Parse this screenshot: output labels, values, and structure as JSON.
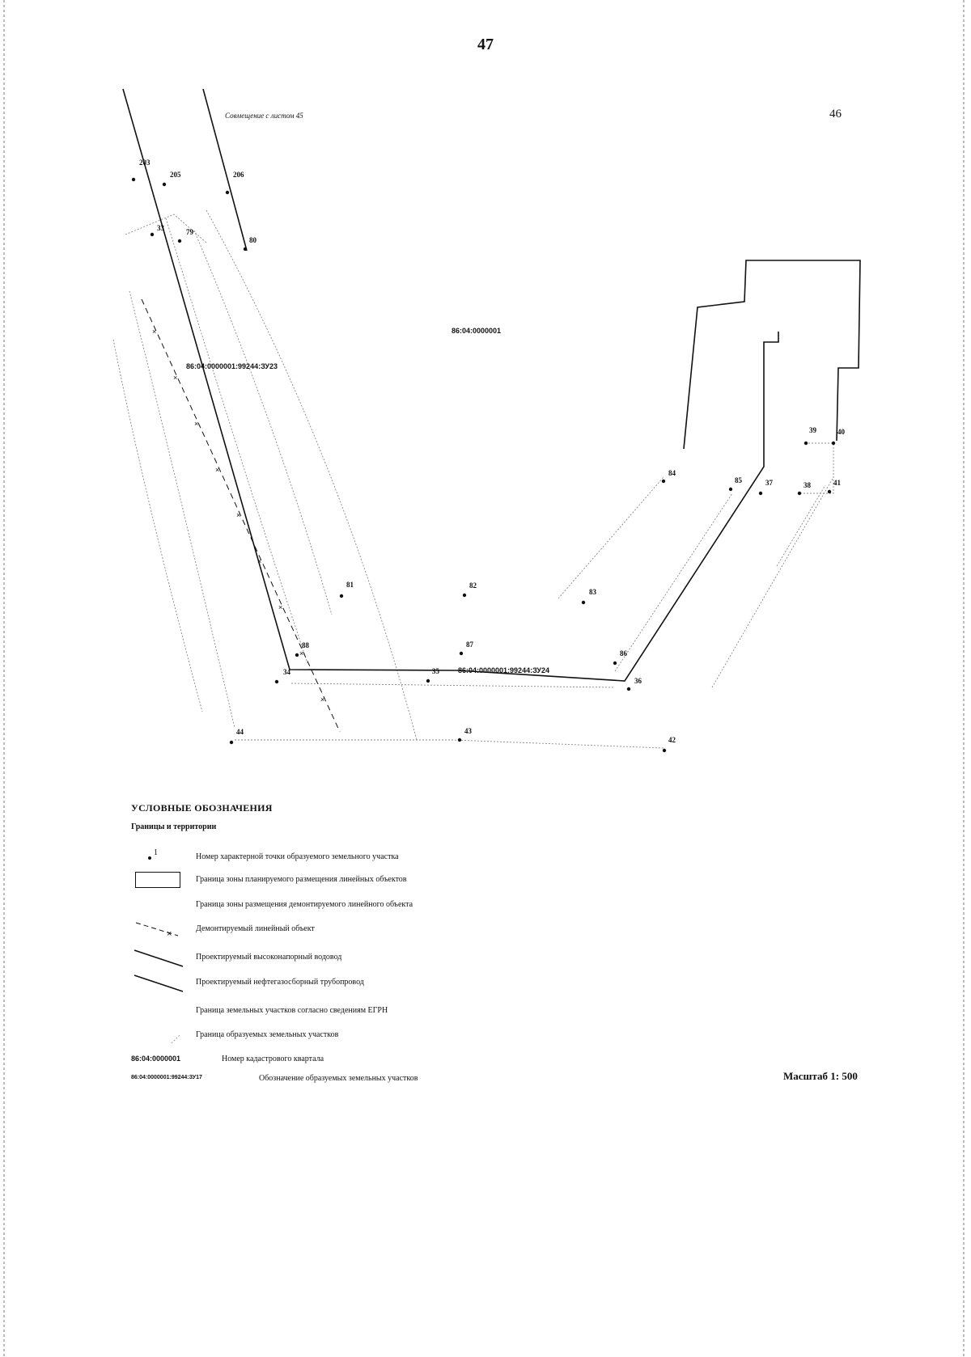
{
  "page": {
    "number": "47",
    "sheet_number": "46",
    "match_note": "Совмещение с листом 45"
  },
  "parcels": {
    "quarter": "86:04:0000001",
    "zu23": "86:04:0000001:99244:ЗУ23",
    "zu24": "86:04:0000001:99244:ЗУ24"
  },
  "points": [
    {
      "id": "p203",
      "label": "203"
    },
    {
      "id": "p205",
      "label": "205"
    },
    {
      "id": "p206",
      "label": "206"
    },
    {
      "id": "p33",
      "label": "33"
    },
    {
      "id": "p79",
      "label": "79"
    },
    {
      "id": "p80",
      "label": "80"
    },
    {
      "id": "p39",
      "label": "39"
    },
    {
      "id": "p40",
      "label": "40"
    },
    {
      "id": "p84",
      "label": "84"
    },
    {
      "id": "p85",
      "label": "85"
    },
    {
      "id": "p37",
      "label": "37"
    },
    {
      "id": "p38",
      "label": "38"
    },
    {
      "id": "p41",
      "label": "41"
    },
    {
      "id": "p81",
      "label": "81"
    },
    {
      "id": "p82",
      "label": "82"
    },
    {
      "id": "p83",
      "label": "83"
    },
    {
      "id": "p88",
      "label": "88"
    },
    {
      "id": "p87",
      "label": "87"
    },
    {
      "id": "p86",
      "label": "86"
    },
    {
      "id": "p34",
      "label": "34"
    },
    {
      "id": "p35",
      "label": "35"
    },
    {
      "id": "p36",
      "label": "36"
    },
    {
      "id": "p44",
      "label": "44"
    },
    {
      "id": "p43",
      "label": "43"
    },
    {
      "id": "p42",
      "label": "42"
    }
  ],
  "legend": {
    "title": "УСЛОВНЫЕ ОБОЗНАЧЕНИЯ",
    "subtitle": "Границы и территории",
    "point_symbol": "1",
    "items": [
      {
        "key": "point",
        "text": "Номер характерной точки образуемого земельного участка"
      },
      {
        "key": "zone_planned",
        "text": "Граница зоны планируемого размещения линейных объектов"
      },
      {
        "key": "zone_dismantled",
        "text": "Граница зоны размещения демонтируемого линейного объекта"
      },
      {
        "key": "dismantled_object",
        "text": "Демонтируемый линейный объект"
      },
      {
        "key": "water_pipe",
        "text": "Проектируемый высоконапорный водовод"
      },
      {
        "key": "oil_pipe",
        "text": "Проектируемый нефтегазосборный трубопровод"
      },
      {
        "key": "egrn",
        "text": "Граница земельных участков согласно сведениям ЕГРН"
      },
      {
        "key": "formed",
        "text": "Граница образуемых земельных участков"
      }
    ],
    "quarter_code": "86:04:0000001",
    "quarter_text": "Номер кадастрового квартала",
    "parcel_code": "86:04:0000001:99244:ЗУ17",
    "parcel_text": "Обозначение образуемых земельных участков"
  },
  "scale": "Масштаб 1: 500"
}
